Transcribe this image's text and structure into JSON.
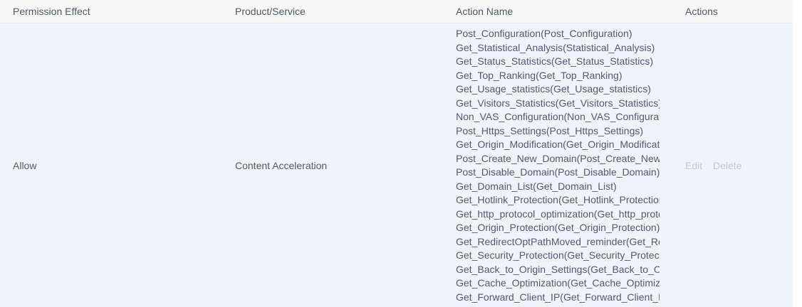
{
  "table": {
    "columns": [
      {
        "label": "Permission Effect"
      },
      {
        "label": "Product/Service"
      },
      {
        "label": "Action Name"
      },
      {
        "label": "Actions"
      }
    ],
    "rows": [
      {
        "permission_effect": "Allow",
        "product_service": "Content Acceleration",
        "action_names": [
          "Post_Configuration(Post_Configuration)",
          "Get_Statistical_Analysis(Statistical_Analysis)",
          "Get_Status_Statistics(Get_Status_Statistics)",
          "Get_Top_Ranking(Get_Top_Ranking)",
          "Get_Usage_statistics(Get_Usage_statistics)",
          "Get_Visitors_Statistics(Get_Visitors_Statistics)",
          "Non_VAS_Configuration(Non_VAS_Configuration)",
          "Post_Https_Settings(Post_Https_Settings)",
          "Get_Origin_Modification(Get_Origin_Modification)",
          "Post_Create_New_Domain(Post_Create_New_Dom...",
          "Post_Disable_Domain(Post_Disable_Domain)",
          "Get_Domain_List(Get_Domain_List)",
          "Get_Hotlink_Protection(Get_Hotlink_Protection)",
          "Get_http_protocol_optimization(Get_http_protocol...",
          "Get_Origin_Protection(Get_Origin_Protection)",
          "Get_RedirectOptPathMoved_reminder(Get_Redire...",
          "Get_Security_Protection(Get_Security_Protection)",
          "Get_Back_to_Origin_Settings(Get_Back_to_Origin...",
          "Get_Cache_Optimization(Get_Cache_Optimization)",
          "Get_Forward_Client_IP(Get_Forward_Client_IP)"
        ],
        "actions": {
          "edit_label": "Edit",
          "delete_label": "Delete"
        }
      }
    ]
  },
  "colors": {
    "header_bg": "#f8f8f9",
    "row_highlight_bg": "#eef3fc",
    "border": "#e6e8eb",
    "text": "#515a6e",
    "disabled_action_text": "#c5c8ce"
  }
}
